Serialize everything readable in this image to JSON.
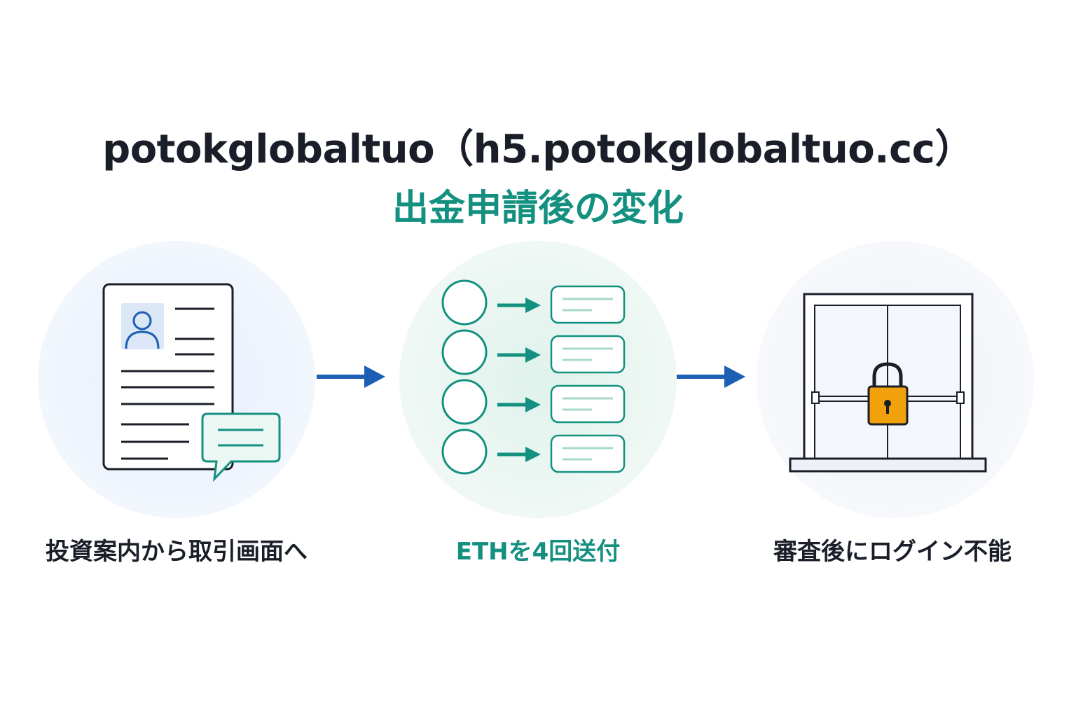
{
  "header": {
    "title": "potokglobaltuo（h5.potokglobaltuo.cc）",
    "subtitle": "出金申請後の変化"
  },
  "steps": [
    {
      "label": "投資案内から取引画面へ",
      "icon": "profile-document-with-chat-icon"
    },
    {
      "label": "ETHを4回送付",
      "icon": "four-transfers-icon"
    },
    {
      "label": "審査後にログイン不能",
      "icon": "locked-window-icon"
    }
  ],
  "colors": {
    "title": "#1a1e29",
    "accent_teal": "#13907f",
    "arrow_blue": "#1c5fb4",
    "lock_orange": "#f0a10c"
  }
}
